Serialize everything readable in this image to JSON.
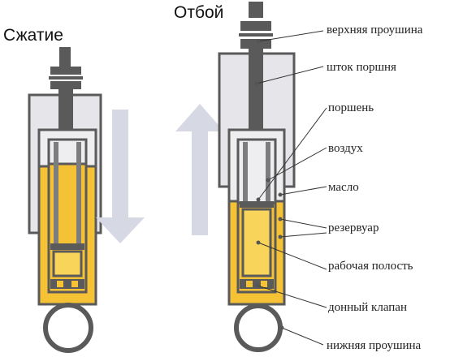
{
  "captions": {
    "compression": "Сжатие",
    "rebound": "Отбой"
  },
  "labels": [
    "верхняя проушина",
    "шток поршня",
    "поршень",
    "воздух",
    "масло",
    "резервуар",
    "рабочая полость",
    "донный клапан",
    "нижняя проушина"
  ],
  "colors": {
    "oil": "#f5c235",
    "oil_light": "#f9d45a",
    "metal_dark": "#5a5a5a",
    "metal_mid": "#7d7d7d",
    "air": "#eeeef0",
    "housing_light": "#dedee2",
    "arrow": "#d6d8e4"
  }
}
